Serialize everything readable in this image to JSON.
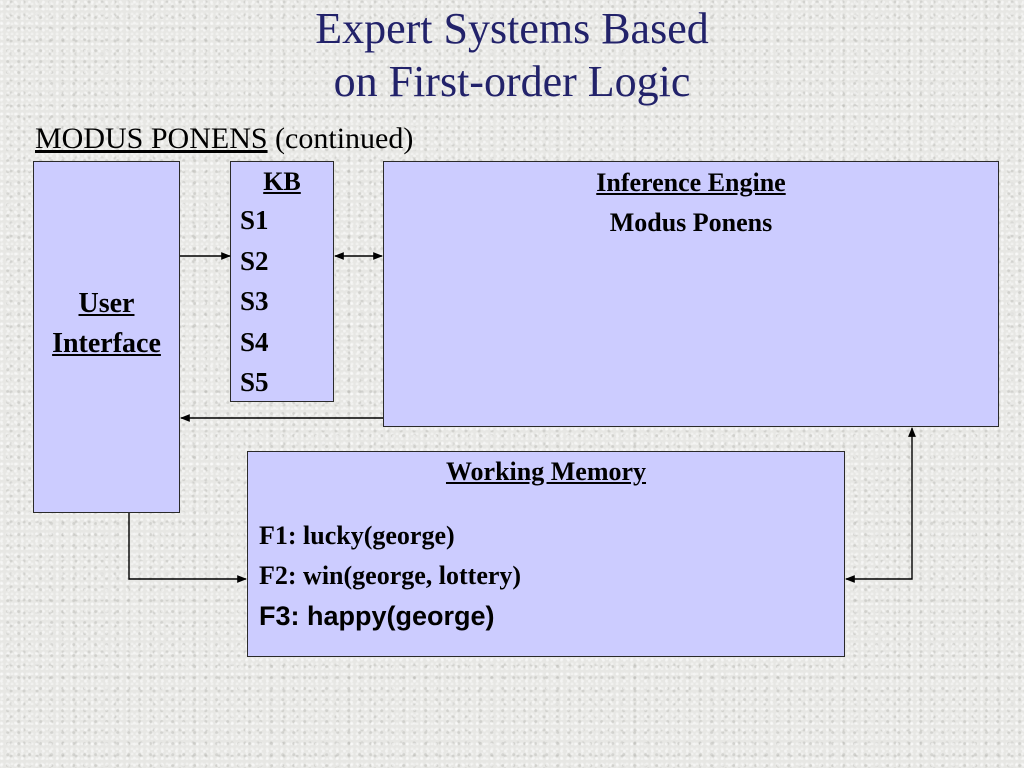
{
  "title": {
    "line1": "Expert Systems Based",
    "line2": "on First-order Logic"
  },
  "subtitle": {
    "underlined": "MODUS PONENS",
    "rest": " (continued)"
  },
  "user_interface": {
    "line1": "User",
    "line2": "Interface"
  },
  "kb": {
    "title": "KB",
    "items": [
      "S1",
      "S2",
      "S3",
      "S4",
      "S5"
    ]
  },
  "inference_engine": {
    "title": "Inference Engine",
    "subtitle": "Modus Ponens"
  },
  "working_memory": {
    "title": "Working Memory",
    "facts": [
      "F1: lucky(george)",
      "F2: win(george, lottery)",
      "F3: happy(george)"
    ]
  },
  "colors": {
    "title": "#22226a",
    "box_fill": "#ccccff",
    "box_border": "#2a2a2a"
  }
}
